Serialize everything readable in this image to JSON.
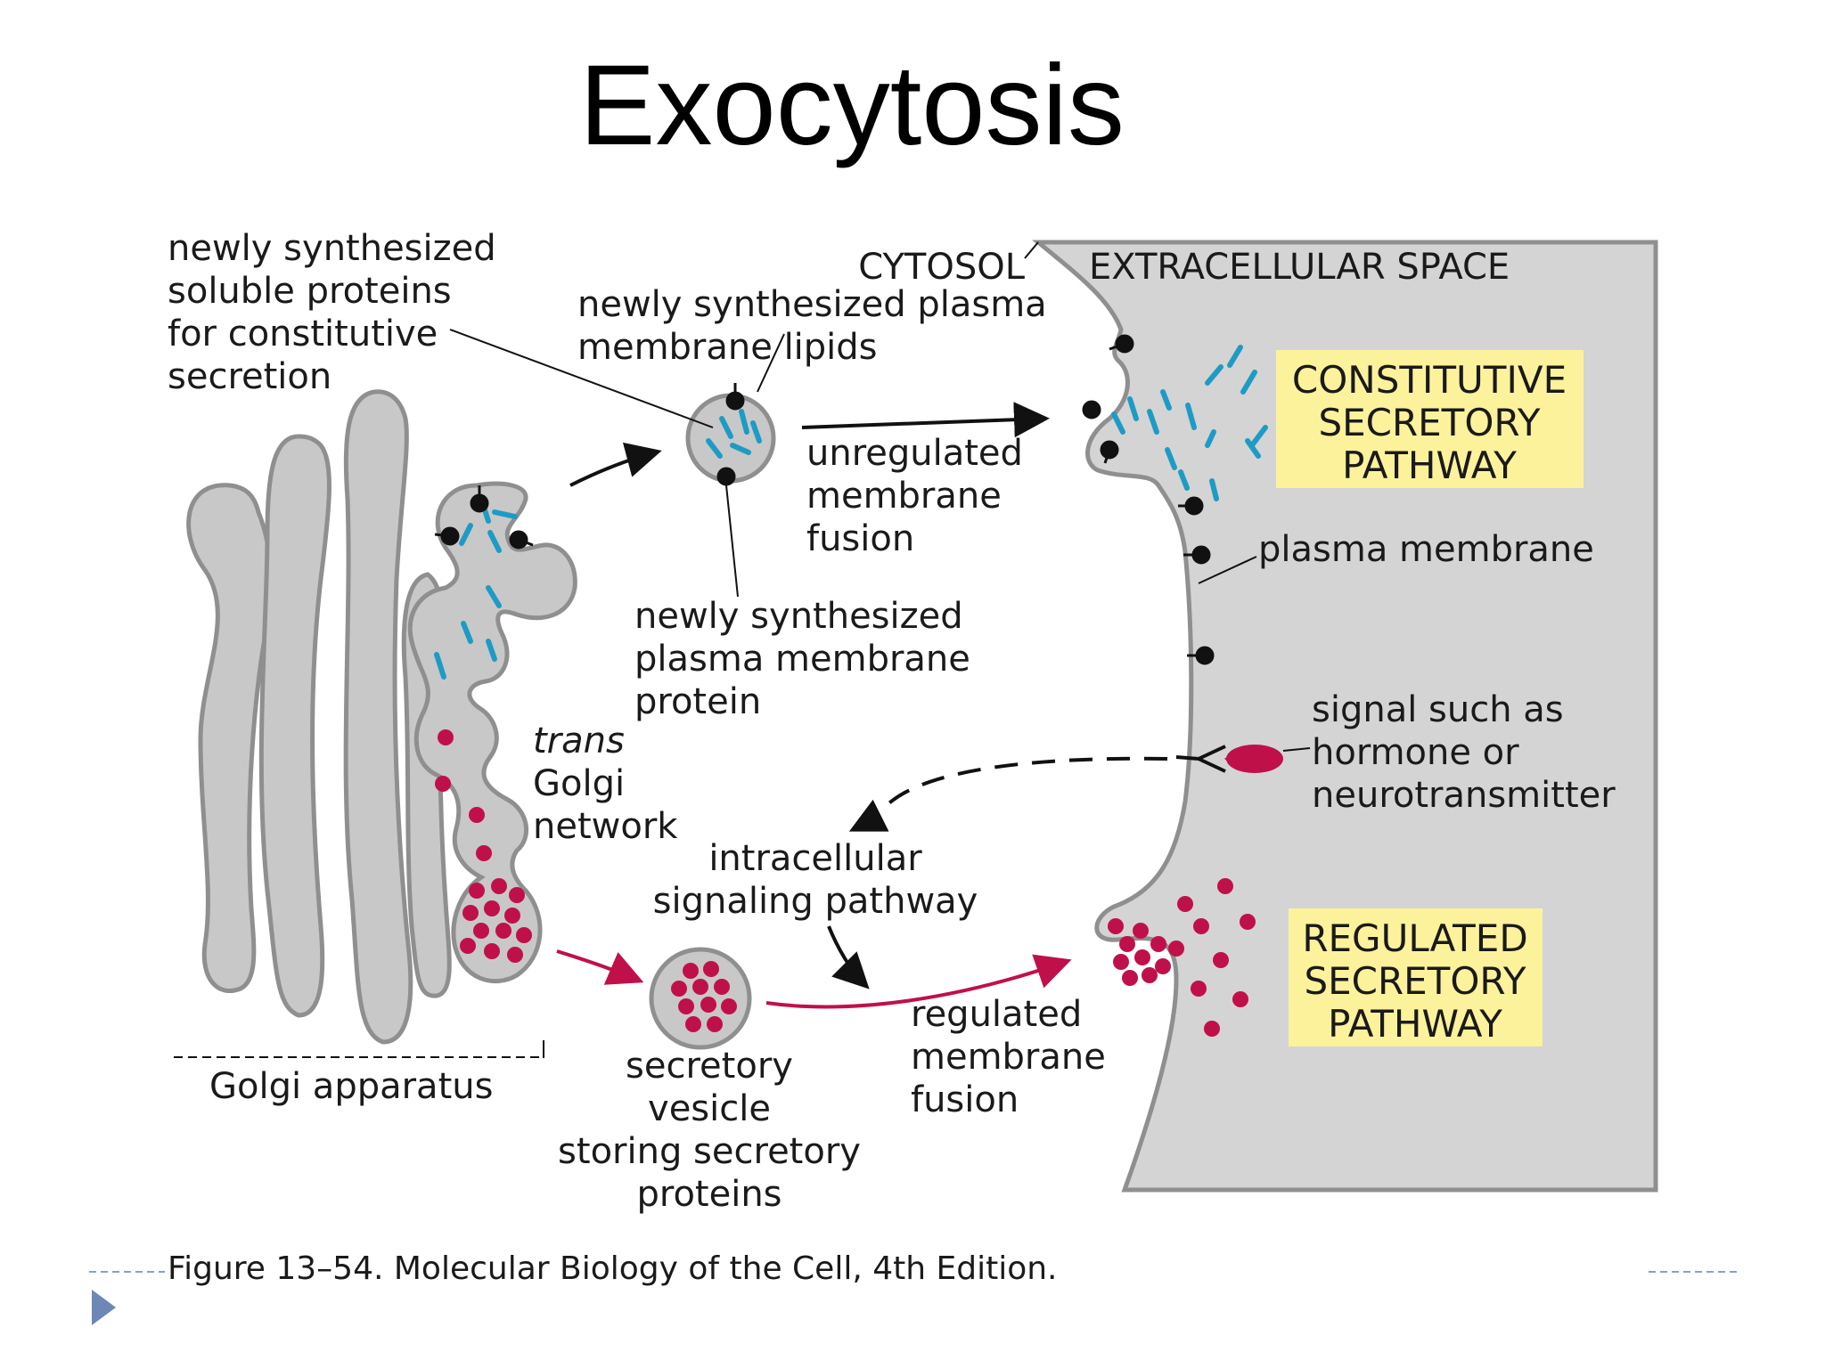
{
  "slide": {
    "title": "Exocytosis"
  },
  "figure": {
    "region_labels": {
      "cytosol": "CYTOSOL",
      "extracellular": "EXTRACELLULAR SPACE"
    },
    "labels": {
      "soluble_proteins": [
        "newly synthesized",
        "soluble proteins",
        "for constitutive",
        "secretion"
      ],
      "membrane_lipids": [
        "newly synthesized plasma",
        "membrane lipids"
      ],
      "unregulated_fusion": [
        "unregulated",
        "membrane",
        "fusion"
      ],
      "membrane_protein": [
        "newly synthesized",
        "plasma membrane",
        "protein"
      ],
      "trans_golgi": [
        "trans",
        "Golgi",
        "network"
      ],
      "plasma_membrane": "plasma membrane",
      "signal": [
        "signal such as",
        "hormone or",
        "neurotransmitter"
      ],
      "intracellular_signaling": [
        "intracellular",
        "signaling pathway"
      ],
      "regulated_fusion": [
        "regulated",
        "membrane",
        "fusion"
      ],
      "secretory_vesicle": [
        "secretory",
        "vesicle",
        "storing secretory",
        "proteins"
      ],
      "golgi_apparatus": "Golgi apparatus"
    },
    "pathway_boxes": {
      "constitutive": [
        "CONSTITUTIVE",
        "SECRETORY",
        "PATHWAY"
      ],
      "regulated": [
        "REGULATED",
        "SECRETORY",
        "PATHWAY"
      ]
    },
    "caption": "Figure 13–54. Molecular Biology of the Cell, 4th Edition.",
    "colors": {
      "membrane_gray": "#c8c8c8",
      "membrane_outline": "#8f8f8f",
      "extracellular_gray": "#d4d4d4",
      "lipid_cyan": "#1e9bc4",
      "secretory_red": "#c0104a",
      "pathway_box_yellow": "#fdf29c"
    }
  }
}
